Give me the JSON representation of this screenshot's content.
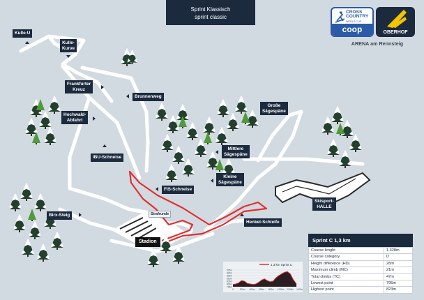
{
  "title": {
    "line1": "Sprint Klassisch",
    "line2": "sprint classic"
  },
  "logos": {
    "cross_country": {
      "line1": "CROSS",
      "line2": "COUNTRY",
      "line3": "WORLD CUP",
      "brand": "coop"
    },
    "oberhof": "OBERHOF"
  },
  "arena": "ARENA am Rennsteig",
  "colors": {
    "label_bg": "#1c2a3e",
    "route": "#e03030",
    "trail": "#ffffff",
    "background": "#d2dae1",
    "logo_blue": "#2a5aa8",
    "logo_yellow": "#f5c400"
  },
  "labels": {
    "kulle_u": "Kulle-U",
    "kulle_kurve": [
      "Kulle-",
      "Kurve"
    ],
    "frankfurter_kreuz": [
      "Frankfurter",
      "Kreuz"
    ],
    "brunnenweg": "Brunnenweg",
    "hochwald": [
      "Hochwald-",
      "Abfahrt"
    ],
    "ibu": "IBU-Schneise",
    "grosse": [
      "Große",
      "Sägespäne"
    ],
    "mittlere": [
      "Mittlere",
      "Sägespäne"
    ],
    "kleine": [
      "Kleine",
      "Sägespäne"
    ],
    "fis": "FIS-Schneise",
    "skisport": [
      "Skisport-",
      "HALLE"
    ],
    "birx": "Birx-Steig",
    "henkel": "Henkel-Schleife",
    "strafrunde": "Strafrunde",
    "stadion": "Stadion"
  },
  "info": {
    "title": "Sprint C 1,3 km",
    "rows": [
      {
        "label": "Course lenght",
        "value": "1.328m"
      },
      {
        "label": "Course category",
        "value": "D"
      },
      {
        "label": "Height difference (HD)",
        "value": "28m"
      },
      {
        "label": "Maximum climb (MC)",
        "value": "21m"
      },
      {
        "label": "Total climbs (TC)",
        "value": "47m"
      },
      {
        "label": "Lowest point",
        "value": "795m"
      },
      {
        "label": "Highest point",
        "value": "823m"
      }
    ]
  },
  "chart_data": {
    "type": "area",
    "legend": "1,3 km Sprint C",
    "x_ticks": [
      "0",
      "200m",
      "400m",
      "600m",
      "800m",
      "1000m",
      "1200m",
      "1400m"
    ],
    "y_ticks": [
      "825m",
      "820m",
      "815m",
      "810m",
      "805m",
      "800m",
      "795m"
    ],
    "xlim": [
      0,
      1400
    ],
    "ylim": [
      795,
      825
    ],
    "x": [
      0,
      60,
      120,
      180,
      240,
      300,
      360,
      420,
      480,
      540,
      600,
      660,
      720,
      780,
      840,
      900,
      960,
      1020,
      1080,
      1140,
      1200,
      1260,
      1328
    ],
    "y": [
      799,
      800,
      802,
      806,
      805,
      801,
      800,
      799,
      800,
      803,
      807,
      809,
      806,
      804,
      805,
      811,
      815,
      818,
      821,
      822,
      818,
      808,
      800
    ]
  }
}
